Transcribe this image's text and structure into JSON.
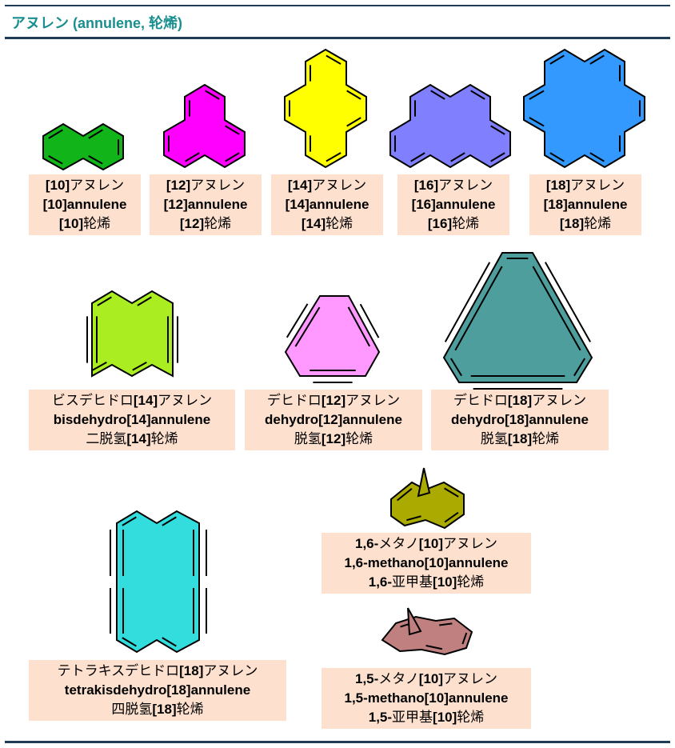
{
  "title": "アヌレン (annulene, 轮烯)",
  "colors": {
    "rule": "#1f3b5a",
    "title": "#1a8f8f",
    "label_bg": "#fde0ce",
    "a10": "#11b51a",
    "a12": "#ff00ff",
    "a14": "#ffff00",
    "a16": "#8080ff",
    "a18": "#3399ff",
    "bis14": "#aaee22",
    "deh12": "#ff99ff",
    "deh18": "#4f9e9e",
    "tetra18": "#33dddd",
    "m16": "#aaaa00",
    "m15": "#c08080"
  },
  "labels": {
    "a10": {
      "ja_num": "[10]",
      "ja_text": "アヌレン",
      "en": "[10]annulene",
      "zh_num": "[10]",
      "zh_text": "轮烯"
    },
    "a12": {
      "ja_num": "[12]",
      "ja_text": "アヌレン",
      "en": "[12]annulene",
      "zh_num": "[12]",
      "zh_text": "轮烯"
    },
    "a14": {
      "ja_num": "[14]",
      "ja_text": "アヌレン",
      "en": "[14]annulene",
      "zh_num": "[14]",
      "zh_text": "轮烯"
    },
    "a16": {
      "ja_num": "[16]",
      "ja_text": "アヌレン",
      "en": "[16]annulene",
      "zh_num": "[16]",
      "zh_text": "轮烯"
    },
    "a18": {
      "ja_num": "[18]",
      "ja_text": "アヌレン",
      "en": "[18]annulene",
      "zh_num": "[18]",
      "zh_text": "轮烯"
    },
    "bis14": {
      "ja_pre": "ビスデヒドロ",
      "ja_num": "[14]",
      "ja_text": "アヌレン",
      "en": "bisdehydro[14]annulene",
      "zh_pre": "二脱氢",
      "zh_num": "[14]",
      "zh_text": "轮烯"
    },
    "deh12": {
      "ja_pre": "デヒドロ",
      "ja_num": "[12]",
      "ja_text": "アヌレン",
      "en": "dehydro[12]annulene",
      "zh_pre": "脱氢",
      "zh_num": "[12]",
      "zh_text": "轮烯"
    },
    "deh18": {
      "ja_pre": "デヒドロ",
      "ja_num": "[18]",
      "ja_text": "アヌレン",
      "en": "dehydro[18]annulene",
      "zh_pre": "脱氢",
      "zh_num": "[18]",
      "zh_text": "轮烯"
    },
    "tetra18": {
      "ja_pre": "テトラキスデヒドロ",
      "ja_num": "[18]",
      "ja_text": "アヌレン",
      "en": "tetrakisdehydro[18]annulene",
      "zh_pre": "四脱氢",
      "zh_num": "[18]",
      "zh_text": "轮烯"
    },
    "m16": {
      "ja_pre": "1,6-",
      "ja_mid": "メタノ",
      "ja_num": "[10]",
      "ja_text": "アヌレン",
      "en": "1,6-methano[10]annulene",
      "zh_pre": "1,6-",
      "zh_mid": "亚甲基",
      "zh_num": "[10]",
      "zh_text": "轮烯"
    },
    "m15": {
      "ja_pre": "1,5-",
      "ja_mid": "メタノ",
      "ja_num": "[10]",
      "ja_text": "アヌレン",
      "en": "1,5-methano[10]annulene",
      "zh_pre": "1,5-",
      "zh_mid": "亚甲基",
      "zh_num": "[10]",
      "zh_text": "轮烯"
    }
  }
}
